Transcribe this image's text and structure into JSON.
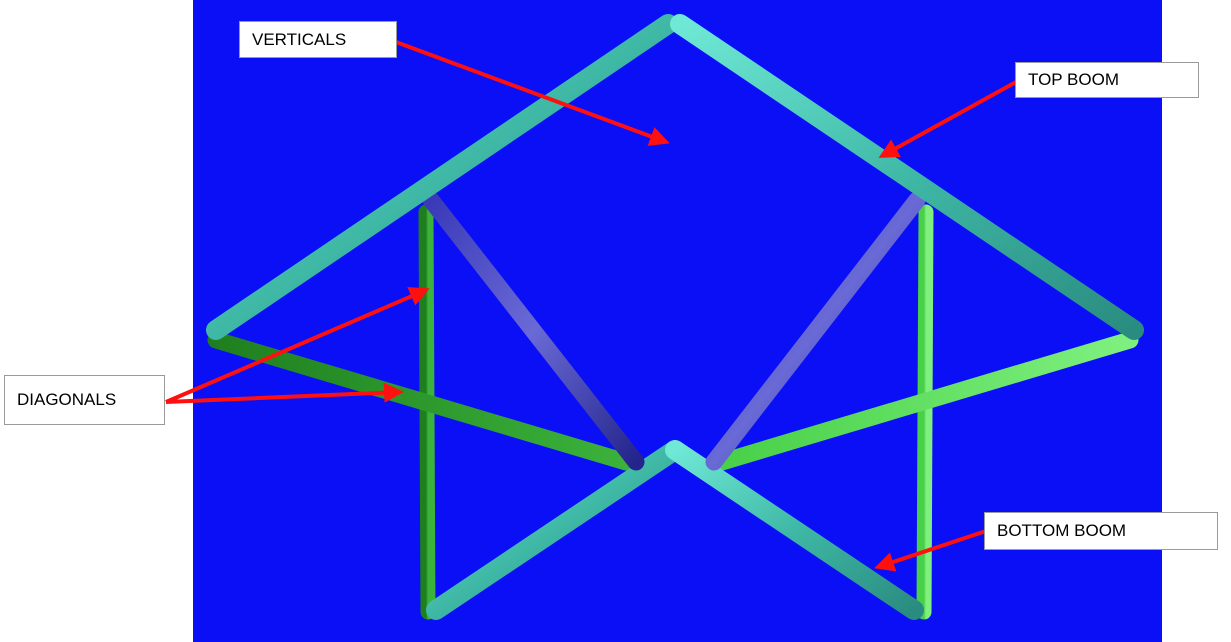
{
  "labels": {
    "verticals": "VERTICALS",
    "top_boom": "TOP BOOM",
    "diagonals": "DIAGONALS",
    "bottom_boom": "BOTTOM BOOM"
  },
  "colors": {
    "background": "#0a0ff5",
    "boom": "#3fb8a6",
    "vertical_member": "#2a2aa8",
    "diagonal_member": "#2f9e2f",
    "arrow": "#ff1010"
  }
}
